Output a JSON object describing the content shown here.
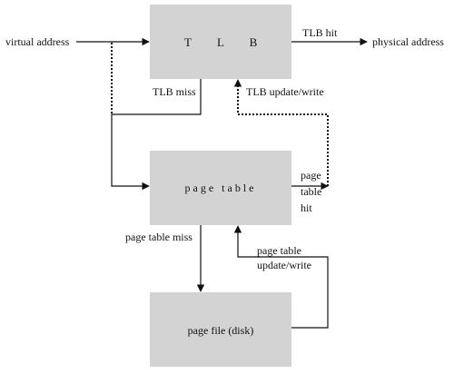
{
  "boxes": {
    "tlb": [
      "T",
      "L",
      "B"
    ],
    "page_table": "page table",
    "page_file": "page file (disk)"
  },
  "labels": {
    "virtual_address": "virtual address",
    "tlb_hit": "TLB hit",
    "physical_address": "physical address",
    "tlb_miss": "TLB miss",
    "tlb_update": "TLB update/write",
    "page_table_hit": [
      "page",
      "table",
      "hit"
    ],
    "page_table_miss": "page table miss",
    "page_table_update": [
      "page table",
      "update/write"
    ]
  }
}
